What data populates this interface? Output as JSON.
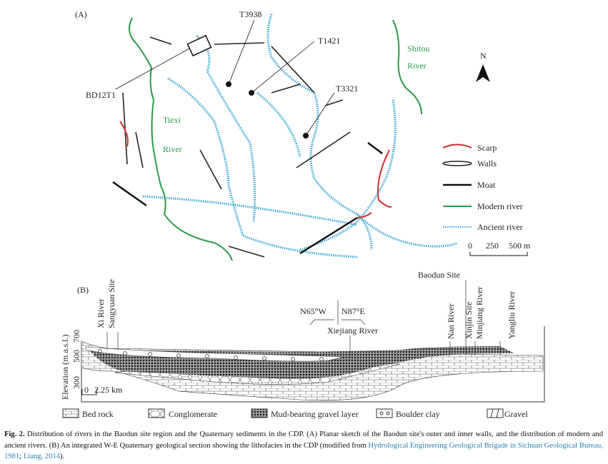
{
  "panel_a": {
    "label": "(A)",
    "samples": [
      "T3938",
      "T1421",
      "T3321",
      "BD12T1"
    ],
    "rivers": {
      "tiexi": [
        "Tiexi",
        "River"
      ],
      "shitou": [
        "Shitou",
        "River"
      ]
    },
    "north": "N",
    "legend": [
      "Scarp",
      "Walls",
      "Moat",
      "Modern river",
      "Ancient river"
    ],
    "scale": [
      "0",
      "250",
      "500 m"
    ]
  },
  "panel_b": {
    "label": "(B)",
    "axis_title": "Elevation (m a.s.l.)",
    "ticks": [
      "700",
      "500",
      "300"
    ],
    "sites": [
      "Xi River",
      "Sangyuan Site",
      "Nan River",
      "Xinjin Site",
      "Minjiang River",
      "Yangliu River"
    ],
    "baodun": "Baodun Site",
    "xiejiang": "Xiejiang River",
    "dir_w": "N65°W",
    "dir_e": "N87°E",
    "scale": [
      "0",
      "2.25 km"
    ],
    "legend": [
      "Bed rock",
      "Conglomerate",
      "Mud-bearing gravel layer",
      "Boulder clay",
      "Gravel"
    ]
  },
  "caption": {
    "fig": "Fig. 2.",
    "text": "Distribution of rivers in the Baodun site region and the Quaternary sediments in the CDP. (A) Planar sketch of the Baodun site's outer and inner walls, and the distribution of modern and ancient rivers. (B) An integrated W-E Quaternary geological section showing the lithofacies in the CDP (modified from ",
    "ref1": "Hydrological Engineering Geological Brigade in Sichuan Geological Bureau, 1981",
    "sep": "; ",
    "ref2": "Liang, 2014",
    "end": ")."
  },
  "colors": {
    "modern": "#2a9a4a",
    "ancient": "#3aa7d8",
    "scarp": "#d03030"
  }
}
